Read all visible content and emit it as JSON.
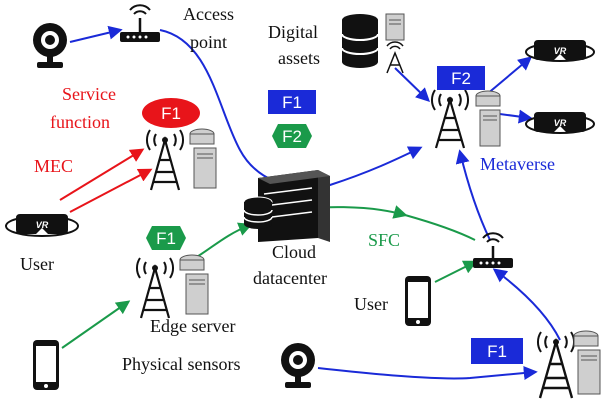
{
  "labels": {
    "access_point": [
      "Access",
      "point"
    ],
    "digital_assets": [
      "Digital",
      "assets"
    ],
    "service_function": [
      "Service",
      "function"
    ],
    "mec": "MEC",
    "user_left": "User",
    "metaverse": "Metaverse",
    "cloud_datacenter": [
      "Cloud",
      "datacenter"
    ],
    "sfc": "SFC",
    "edge_server": "Edge server",
    "user_right": "User",
    "physical_sensors": "Physical sensors"
  },
  "function_tags": {
    "f1_red": "F1",
    "f1_blue_cloud": "F1",
    "f2_green_cloud": "F2",
    "f2_blue_tower": "F2",
    "f1_green_edge": "F1",
    "f1_blue_bottom": "F1"
  },
  "vr_text": "VR",
  "colors": {
    "red": "#e8141a",
    "green": "#1a9a4a",
    "blue": "#1a2ad8",
    "dark": "#111111",
    "server_gray": "#cfcfcf"
  }
}
